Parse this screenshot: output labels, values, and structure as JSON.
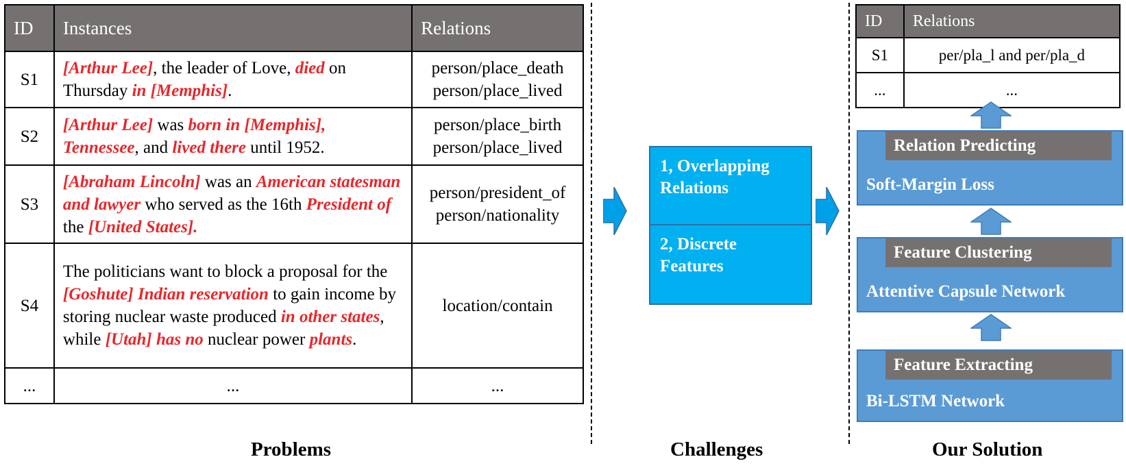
{
  "problems": {
    "headers": {
      "id": "ID",
      "instances": "Instances",
      "relations": "Relations"
    },
    "rows": [
      {
        "id": "S1",
        "instance": [
          {
            "t": "[Arthur Lee]",
            "h": true
          },
          {
            "t": ", the leader of Love, ",
            "h": false
          },
          {
            "t": "died",
            "h": true
          },
          {
            "t": " on Thursday ",
            "h": false
          },
          {
            "t": "in [Memphis]",
            "h": true
          },
          {
            "t": ".",
            "h": false
          }
        ],
        "relations": [
          "person/place_death",
          "person/place_lived"
        ]
      },
      {
        "id": "S2",
        "instance": [
          {
            "t": "[Arthur Lee]",
            "h": true
          },
          {
            "t": " was ",
            "h": false
          },
          {
            "t": "born in [Memphis], Tennessee",
            "h": true
          },
          {
            "t": ", and ",
            "h": false
          },
          {
            "t": "lived there",
            "h": true
          },
          {
            "t": " until 1952.",
            "h": false
          }
        ],
        "relations": [
          "person/place_birth",
          "person/place_lived"
        ]
      },
      {
        "id": "S3",
        "instance": [
          {
            "t": "[Abraham Lincoln]",
            "h": true
          },
          {
            "t": " was an ",
            "h": false
          },
          {
            "t": "American statesman and lawyer",
            "h": true
          },
          {
            "t": " who served as the 16th ",
            "h": false
          },
          {
            "t": "President of",
            "h": true
          },
          {
            "t": " the ",
            "h": false
          },
          {
            "t": "[United States].",
            "h": true
          }
        ],
        "relations": [
          "person/president_of",
          "person/nationality"
        ]
      },
      {
        "id": "S4",
        "instance": [
          {
            "t": "The politicians want to block a proposal for the ",
            "h": false
          },
          {
            "t": "[Goshute] Indian reservation",
            "h": true
          },
          {
            "t": " to gain income by storing nuclear waste produced ",
            "h": false
          },
          {
            "t": "in other states",
            "h": true
          },
          {
            "t": ", while ",
            "h": false
          },
          {
            "t": "[Utah] has no",
            "h": true
          },
          {
            "t": " nuclear power ",
            "h": false
          },
          {
            "t": "plants",
            "h": true
          },
          {
            "t": ".",
            "h": false
          }
        ],
        "relations": [
          "location/contain"
        ]
      },
      {
        "id": "...",
        "instance": [
          {
            "t": "...",
            "h": false
          }
        ],
        "relations": [
          "..."
        ]
      }
    ]
  },
  "challenges": [
    {
      "label": "1, Overlapping Relations"
    },
    {
      "label": "2, Discrete Features"
    }
  ],
  "solution": {
    "table": {
      "headers": {
        "id": "ID",
        "relations": "Relations"
      },
      "rows": [
        {
          "id": "S1",
          "relations": "per/pla_l and per/pla_d"
        },
        {
          "id": "...",
          "relations": "..."
        }
      ]
    },
    "layers": [
      {
        "head": "Relation Predicting",
        "sub": "Soft-Margin Loss"
      },
      {
        "head": "Feature Clustering",
        "sub": "Attentive Capsule Network"
      },
      {
        "head": "Feature Extracting",
        "sub": "Bi-LSTM Network"
      }
    ]
  },
  "sections": {
    "problems": "Problems",
    "challenges": "Challenges",
    "solution": "Our Solution"
  },
  "colors": {
    "highlight": "#e8262a",
    "header_gray": "#767171",
    "challenge_blue": "#00b0f0",
    "layer_blue": "#5b9bd5",
    "arrow_blue": "#00a0e9"
  }
}
